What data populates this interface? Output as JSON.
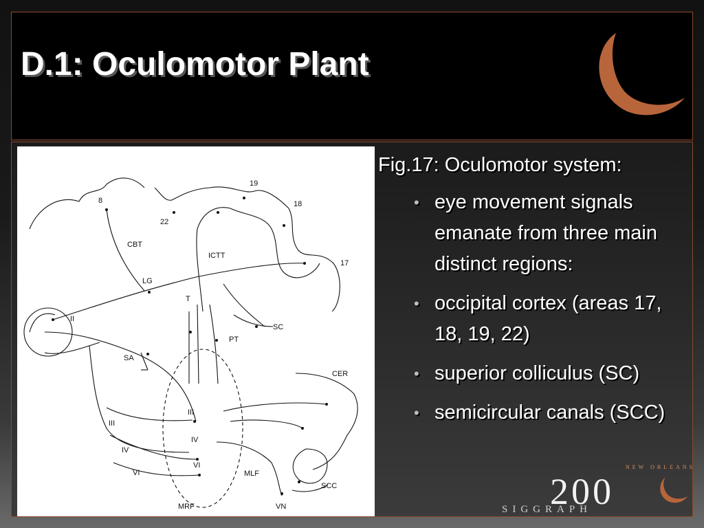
{
  "slide": {
    "title": "D.1: Oculomotor Plant",
    "accent_color": "#b8653c"
  },
  "figure": {
    "labels": {
      "area8": "8",
      "area19": "19",
      "area18": "18",
      "area22": "22",
      "area17": "17",
      "cbt": "CBT",
      "ictt": "ICTT",
      "lg": "LG",
      "t": "T",
      "nerve2": "II",
      "sc": "SC",
      "pt": "PT",
      "sa": "SA",
      "cer": "CER",
      "nucleus3": "III",
      "nerve3": "III",
      "nucleus4": "IV",
      "nerve4": "IV",
      "nucleus6": "VI",
      "nerve6": "VI",
      "mlf": "MLF",
      "scc": "SCC",
      "mrf": "MRF",
      "vn": "VN"
    }
  },
  "caption": "Fig.17: Oculomotor system:",
  "bullets": [
    "eye movement signals emanate from three main distinct regions:",
    "occipital cortex (areas 17, 18, 19, 22)",
    "superior colliculus (SC)",
    "semicircular canals (SCC)"
  ],
  "logo": {
    "number": "200",
    "city": "NEW ORLEANS",
    "organization": "SIGGRAPH",
    "moon_color": "#b8653c"
  }
}
